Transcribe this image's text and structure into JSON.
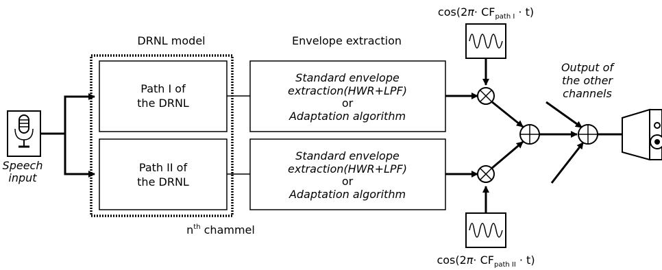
{
  "labels": {
    "drnl_model": "DRNL model",
    "envelope_extraction": "Envelope extraction",
    "speech_input_line1": "Speech",
    "speech_input_line2": "input",
    "channel_prefix": "n",
    "channel_sup": "th",
    "channel_suffix": " chammel",
    "output_other_line1": "Output of",
    "output_other_line2": "the other",
    "output_other_line3": "channels"
  },
  "path1": {
    "title_line1": "Path I of",
    "title_line2": "the DRNL"
  },
  "path2": {
    "title_line1": "Path II of",
    "title_line2": "the DRNL"
  },
  "envelope_box": {
    "line1": "Standard envelope",
    "line2": "extraction(HWR+LPF)",
    "line3": "or",
    "line4": "Adaptation algorithm"
  },
  "carrier_top": {
    "prefix": "cos(2",
    "pi": "π",
    "mid": "· CF",
    "sub": "path I",
    "suffix": " · t)"
  },
  "carrier_bottom": {
    "prefix": "cos(2",
    "pi": "π",
    "mid": "· CF",
    "sub": "path II",
    "suffix": " · t)"
  },
  "icons": [
    "microphone-icon",
    "sine-wave-icon",
    "multiply-node",
    "sum-node",
    "speaker-icon"
  ]
}
